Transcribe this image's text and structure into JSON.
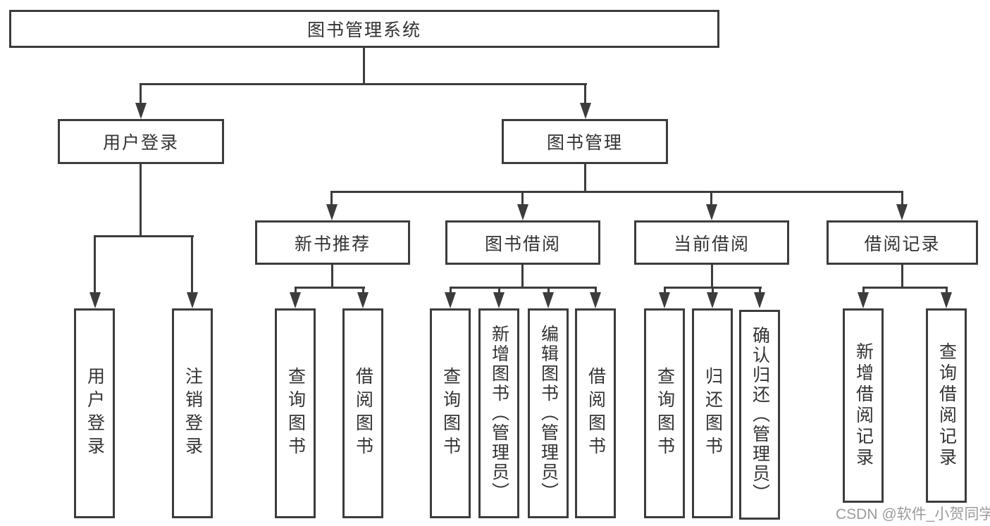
{
  "colors": {
    "line": "#3c3c3c",
    "text": "#333333",
    "background": "#ffffff",
    "watermark": "#9b9b9b"
  },
  "watermark": {
    "text": "CSDN @软件_小贺同学"
  },
  "tree": {
    "root": {
      "label": "图书管理系统"
    },
    "level2": [
      {
        "label": "用户登录"
      },
      {
        "label": "图书管理"
      }
    ],
    "level3": [
      {
        "label": "新书推荐"
      },
      {
        "label": "图书借阅"
      },
      {
        "label": "当前借阅"
      },
      {
        "label": "借阅记录"
      }
    ],
    "leaves": {
      "user_login": [
        {
          "label": "用户登录"
        },
        {
          "label": "注销登录"
        }
      ],
      "new_book": [
        {
          "label": "查询图书"
        },
        {
          "label": "借阅图书"
        }
      ],
      "book_borrow": [
        {
          "label": "查询图书"
        },
        {
          "label": "新增图书（管理员）"
        },
        {
          "label": "编辑图书（管理员）"
        },
        {
          "label": "借阅图书"
        }
      ],
      "current_borrow": [
        {
          "label": "查询图书"
        },
        {
          "label": "归还图书"
        },
        {
          "label": "确认归还（管理员）"
        }
      ],
      "borrow_records": [
        {
          "label": "新增借阅记录"
        },
        {
          "label": "查询借阅记录"
        }
      ]
    }
  }
}
